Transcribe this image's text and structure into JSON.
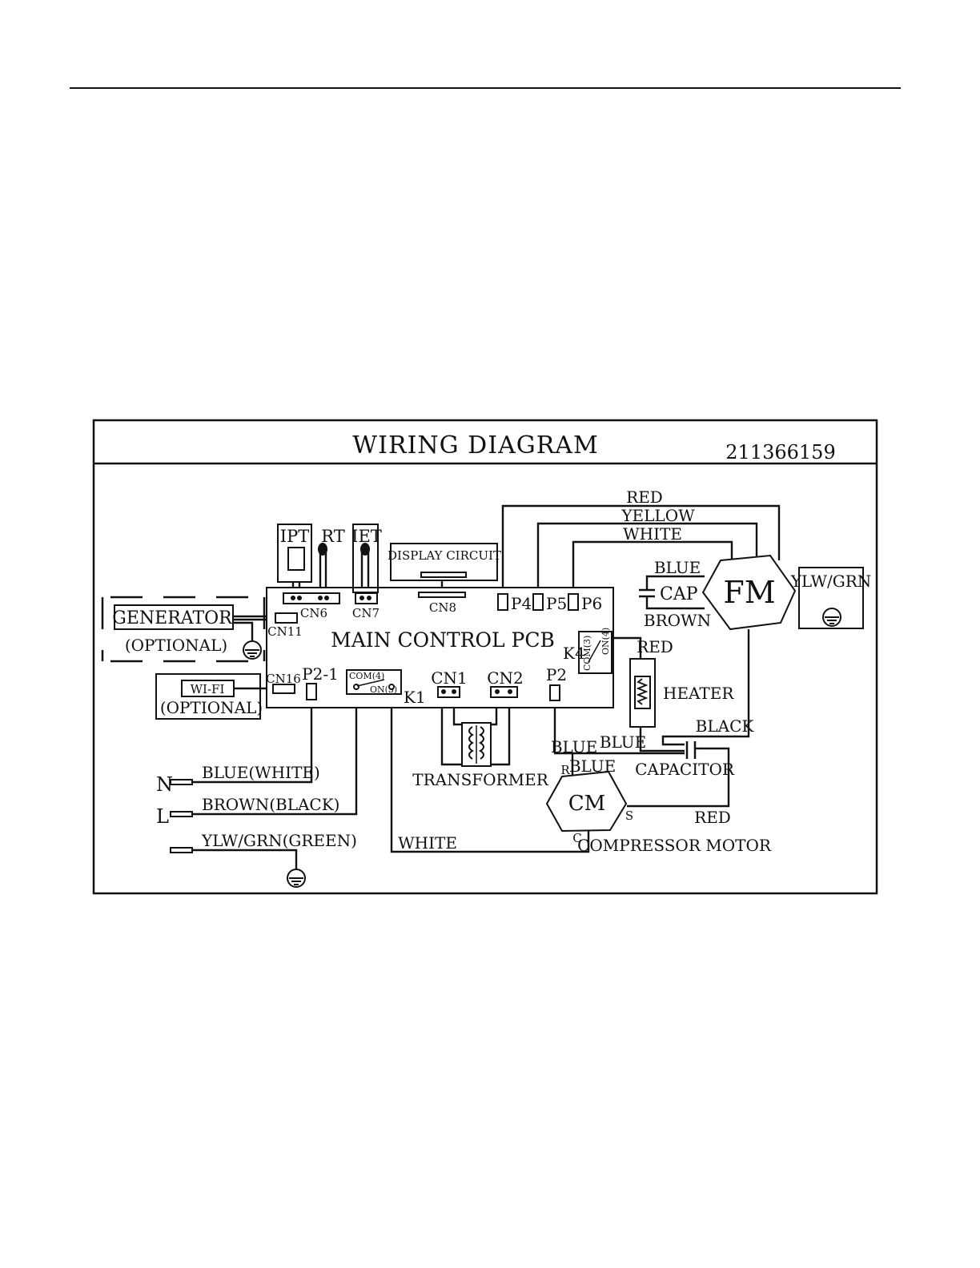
{
  "diagram": {
    "title": "WIRING DIAGRAM",
    "part_number": "211366159",
    "components": {
      "ipt": "IPT",
      "rt": "RT",
      "iet": "IET",
      "display_circuit": "DISPLAY CIRCUIT",
      "main_pcb": "MAIN CONTROL PCB",
      "generator": "GENERATOR",
      "generator_optional": "(OPTIONAL)",
      "wifi": "WI-FI",
      "wifi_optional": "(OPTIONAL)",
      "fan_motor": "FM",
      "fan_cap": "CAP",
      "compressor_motor": "CM",
      "compressor_label": "COMPRESSOR MOTOR",
      "heater": "HEATER",
      "capacitor": "CAPACITOR",
      "transformer": "TRANSFORMER",
      "relay_k1": "K1",
      "relay_k4": "K4",
      "k1_com": "COM(4)",
      "k1_on": "ON(3)",
      "k4_com": "COM(3)",
      "k4_on": "ON(4)"
    },
    "connectors": {
      "cn1": "CN1",
      "cn2": "CN2",
      "cn6": "CN6",
      "cn7": "CN7",
      "cn8": "CN8",
      "cn11": "CN11",
      "cn16": "CN16",
      "p2_1": "P2-1",
      "p2": "P2",
      "p4": "P4",
      "p5": "P5",
      "p6": "P6",
      "cm_r": "R",
      "cm_s": "S",
      "cm_c": "C"
    },
    "wires": {
      "red_top": "RED",
      "yellow": "YELLOW",
      "white_top": "WHITE",
      "blue_cap": "BLUE",
      "brown_cap": "BROWN",
      "ylw_grn_fm": "YLW/GRN",
      "red_heater": "RED",
      "black": "BLACK",
      "blue_p2": "BLUE",
      "blue_heater": "BLUE",
      "blue_r": "BLUE",
      "red_s": "RED",
      "white_c": "WHITE"
    },
    "power": {
      "n": "N",
      "l": "L",
      "n_wire": "BLUE(WHITE)",
      "l_wire": "BROWN(BLACK)",
      "ground_wire": "YLW/GRN(GREEN)"
    }
  }
}
